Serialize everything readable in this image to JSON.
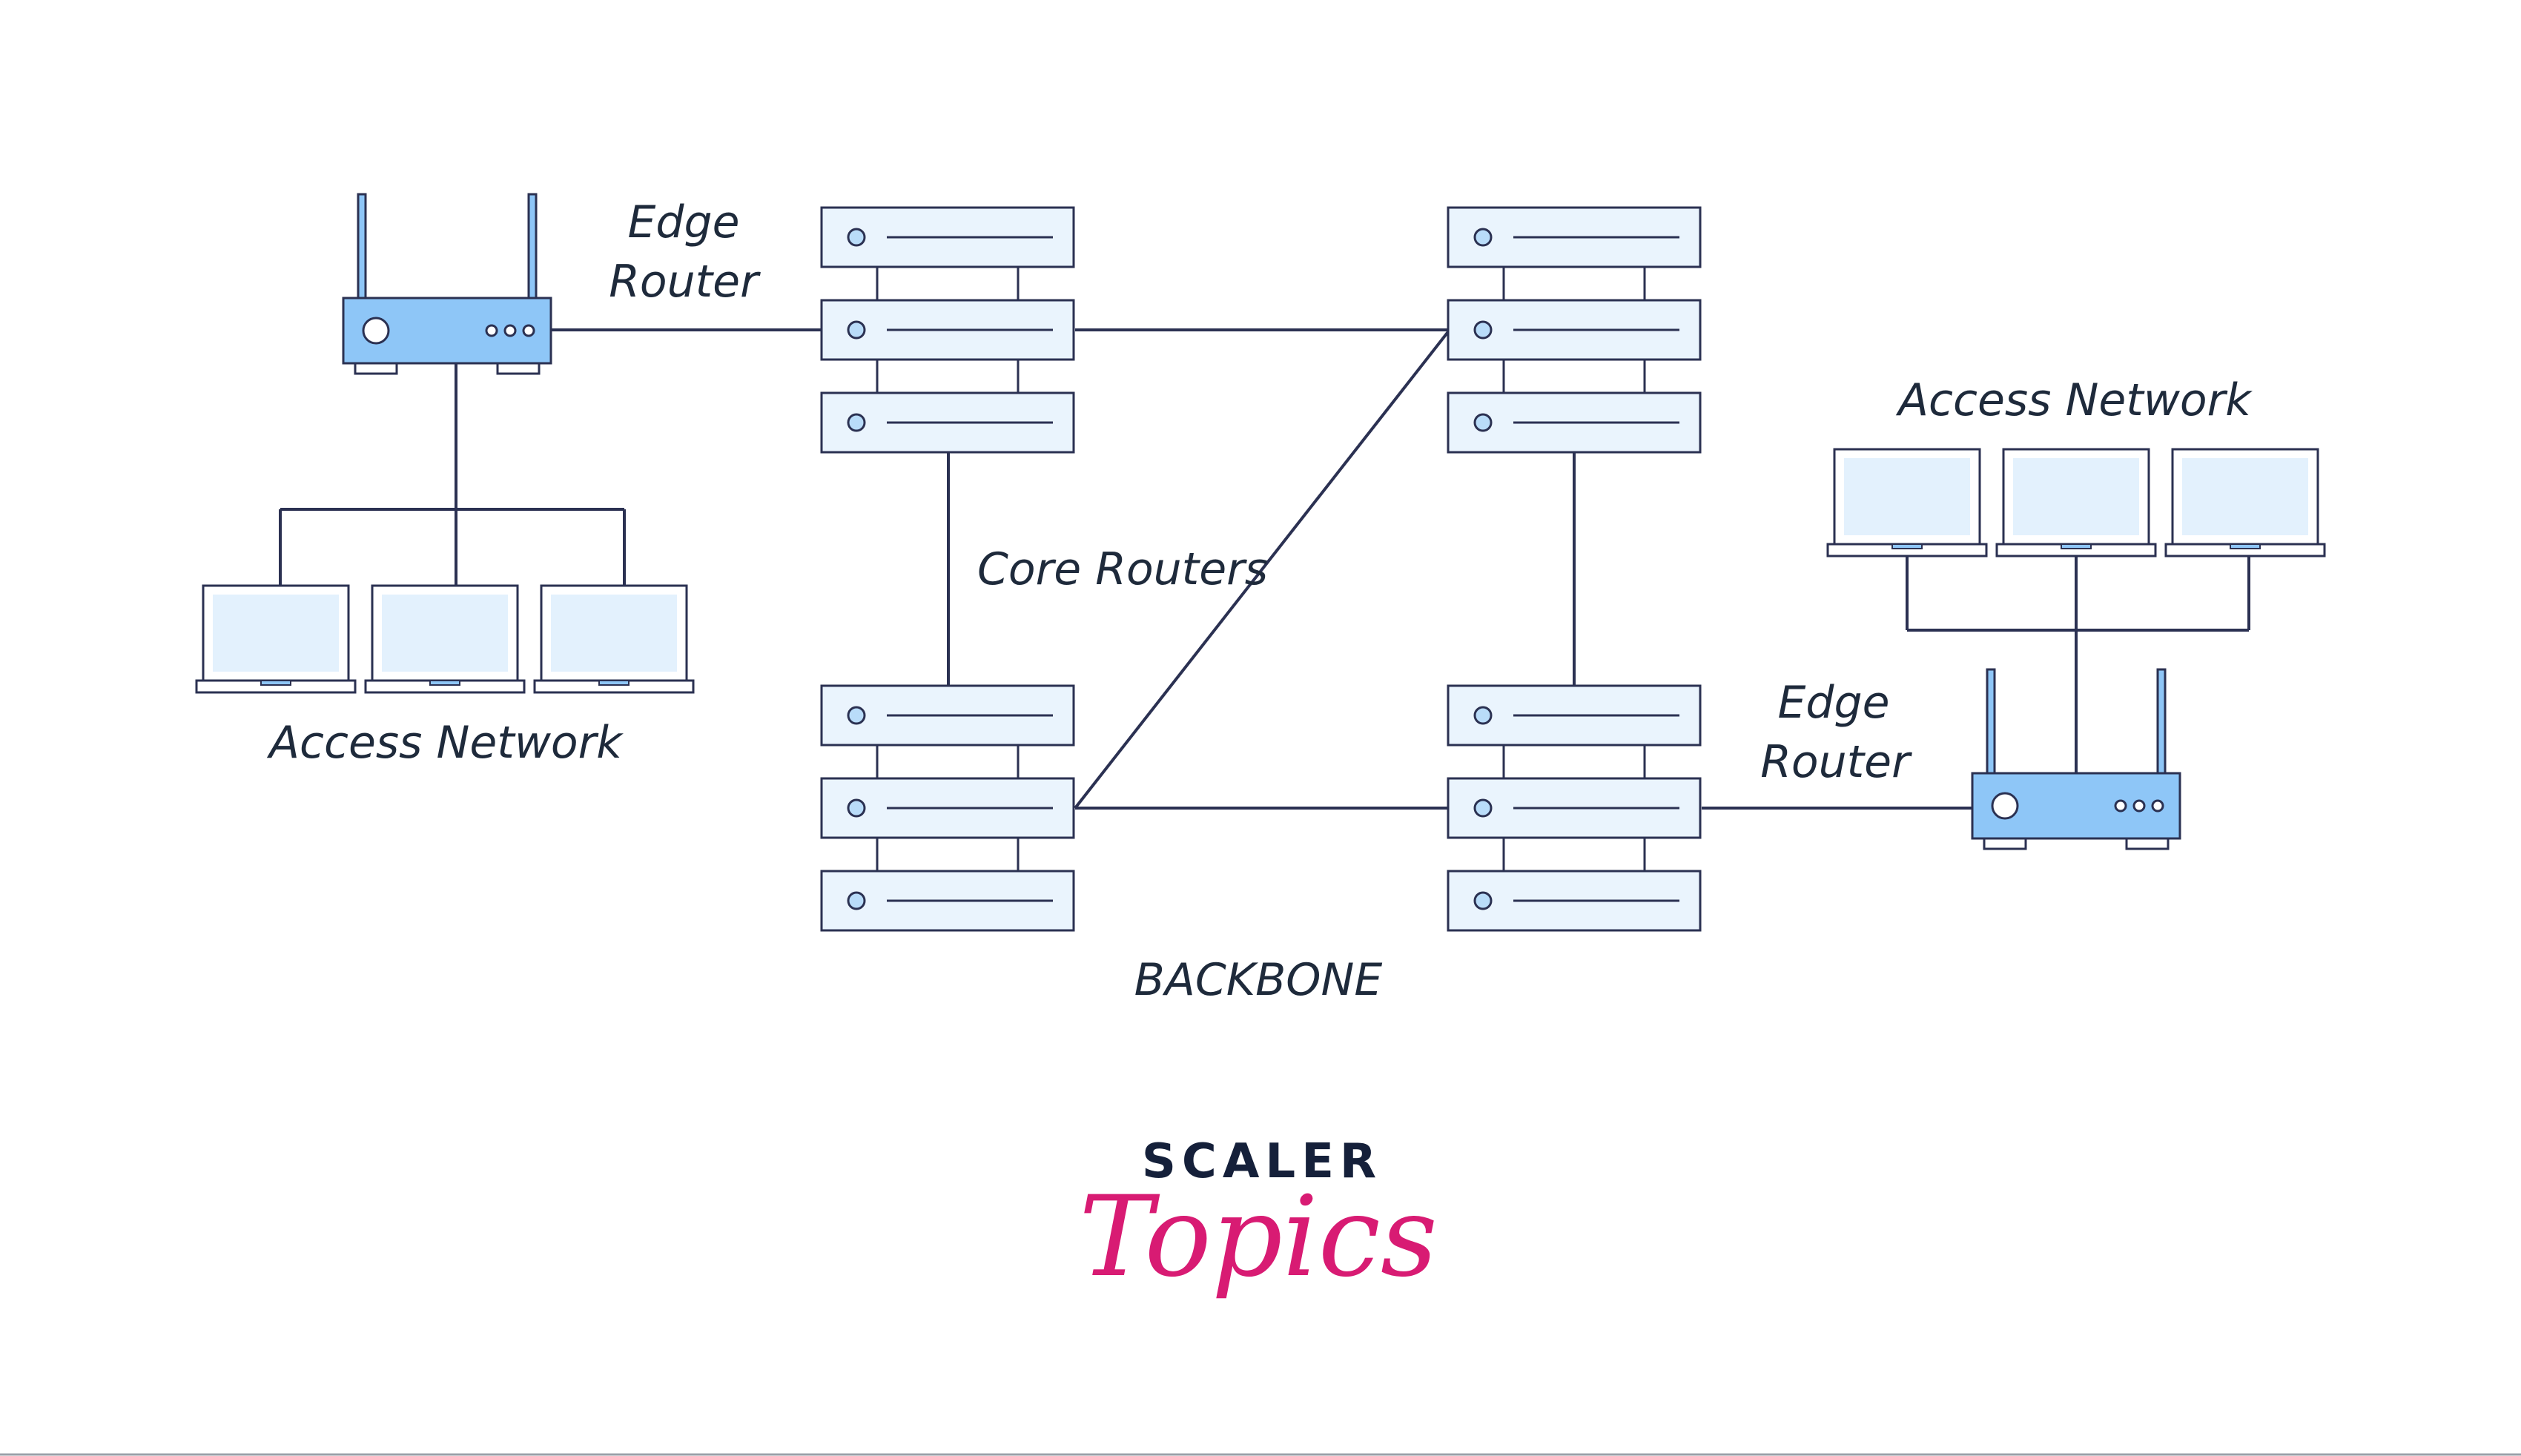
{
  "labels": {
    "edge_router_left": [
      "Edge",
      "Router"
    ],
    "edge_router_right": [
      "Edge",
      "Router"
    ],
    "core_routers": "Core Routers",
    "access_network_left": "Access Network",
    "access_network_right": "Access Network",
    "backbone": "BACKBONE"
  },
  "logo": {
    "top": "SCALER",
    "script": "Topics"
  },
  "colors": {
    "line": "#2b3152",
    "device_blue": "#8ec6f7",
    "rack_fill": "#eaf4fd",
    "screen_fill": "#e3f1fd",
    "logo_dark": "#15203a",
    "logo_pink": "#d81b73"
  },
  "icons": {
    "router": "wifi-router-icon",
    "server": "server-rack-icon",
    "laptop": "laptop-icon"
  }
}
